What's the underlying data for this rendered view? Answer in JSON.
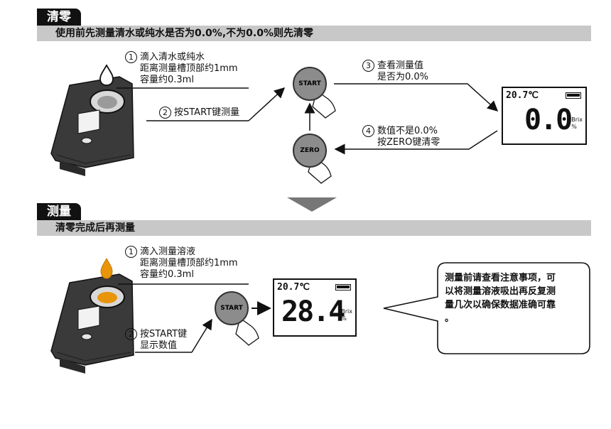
{
  "section1": {
    "tab": "清零",
    "instruction": "使用前先测量清水或纯水是否为0.0%,不为0.0%则先清零",
    "step1": {
      "num": "1",
      "line1": "滴入清水或纯水",
      "line2": "距离测量槽顶部约1mm",
      "line3": "容量约0.3ml"
    },
    "step2": {
      "num": "2",
      "text": "按START键测量"
    },
    "step3": {
      "num": "3",
      "line1": "查看测量值",
      "line2": "是否为0.0%"
    },
    "step4": {
      "num": "4",
      "line1": "数值不是0.0%",
      "line2": "按ZERO键清零"
    },
    "start_label": "START",
    "zero_label": "ZERO",
    "display": {
      "temp": "20.7℃",
      "value": "0.0",
      "unit1": "Brix",
      "unit2": "%"
    }
  },
  "section2": {
    "tab": "测量",
    "instruction": "清零完成后再测量",
    "step1": {
      "num": "1",
      "line1": "滴入测量溶液",
      "line2": "距离测量槽顶部约1mm",
      "line3": "容量约0.3ml"
    },
    "step2": {
      "num": "2",
      "line1": "按START键",
      "line2": "显示数值"
    },
    "start_label": "START",
    "display": {
      "temp": "20.7℃",
      "value": "28.4",
      "unit1": "Brix",
      "unit2": "%"
    },
    "note": {
      "line1": "测量前请查看注意事项，可",
      "line2": "以将测量溶液吸出再反复测",
      "line3": "量几次以确保数据准确可靠",
      "line4": "。"
    }
  },
  "colors": {
    "header_bar": "#c8c8c8",
    "tab": "#111111",
    "button": "#8c8c8c",
    "drop_water": "#ffffff",
    "drop_sample": "#e8950a",
    "arrow_down": "#777777"
  }
}
